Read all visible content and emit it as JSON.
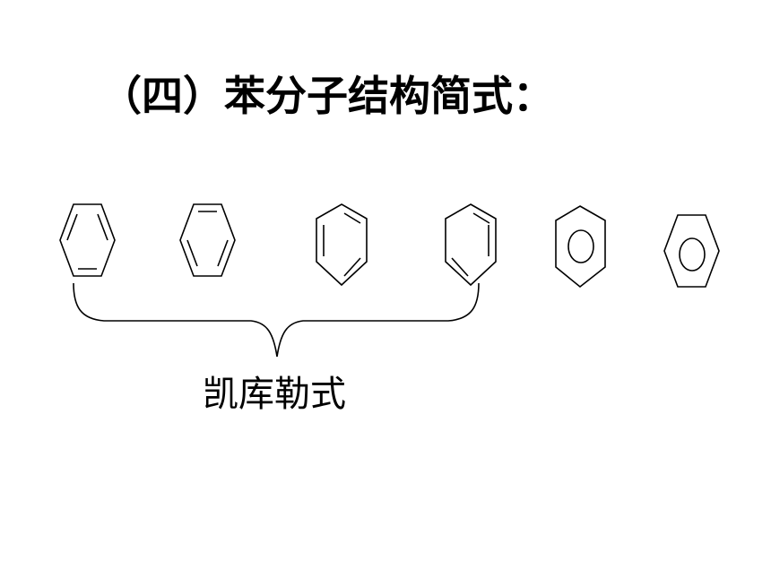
{
  "title": "（四）苯分子结构简式：",
  "brace_label": "凯库勒式",
  "structures": [
    {
      "name": "benzene-kekule-pointy-1",
      "orientation": "pointy-side",
      "double_bonds": "left-right-bottom",
      "inner_circle": false
    },
    {
      "name": "benzene-kekule-pointy-2",
      "orientation": "pointy-side",
      "double_bonds": "top-left-right",
      "inner_circle": false
    },
    {
      "name": "benzene-kekule-flat-1",
      "orientation": "flat-side",
      "double_bonds": "upper-right-left-lower-right",
      "inner_circle": false
    },
    {
      "name": "benzene-kekule-flat-2",
      "orientation": "flat-side",
      "double_bonds": "upper-right-right-lower-left",
      "inner_circle": false
    },
    {
      "name": "benzene-circle-flat",
      "orientation": "flat-side",
      "double_bonds": "none",
      "inner_circle": true
    },
    {
      "name": "benzene-circle-pointy",
      "orientation": "pointy-side",
      "double_bonds": "none",
      "inner_circle": true
    }
  ],
  "colors": {
    "stroke": "#000000",
    "background": "#ffffff"
  }
}
